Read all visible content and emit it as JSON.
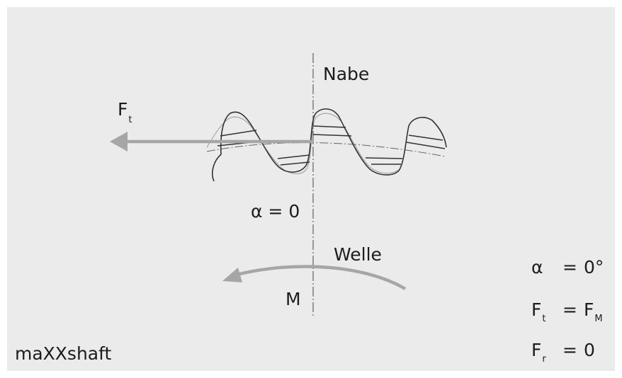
{
  "brand": "maXXshaft",
  "labels": {
    "hub": "Nabe",
    "shaft": "Welle",
    "moment": "M",
    "angle": "α = 0",
    "force_symbol": "F",
    "force_subscript": "t"
  },
  "formulas": [
    {
      "sym": "α",
      "sym_sub": "",
      "op": "=",
      "rhs": "0°",
      "rhs_sub": ""
    },
    {
      "sym": "F",
      "sym_sub": "t",
      "op": "=",
      "rhs": "F",
      "rhs_sub": "M"
    },
    {
      "sym": "F",
      "sym_sub": "r",
      "op": "=",
      "rhs": "0",
      "rhs_sub": ""
    }
  ],
  "colors": {
    "background": "#ebebeb",
    "stroke": "#333333",
    "arrow": "#a6a6a6"
  }
}
